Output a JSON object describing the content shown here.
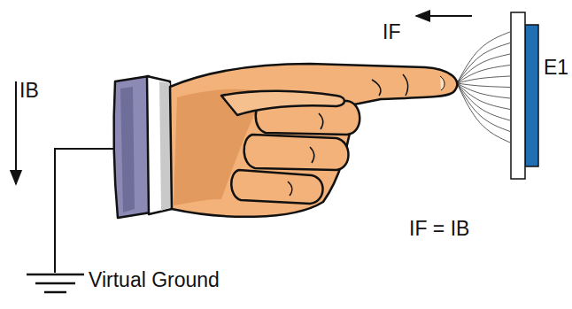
{
  "diagram": {
    "labels": [
      "IF",
      "IB",
      "E1",
      "IF = IB",
      "Virtual Ground"
    ]
  }
}
